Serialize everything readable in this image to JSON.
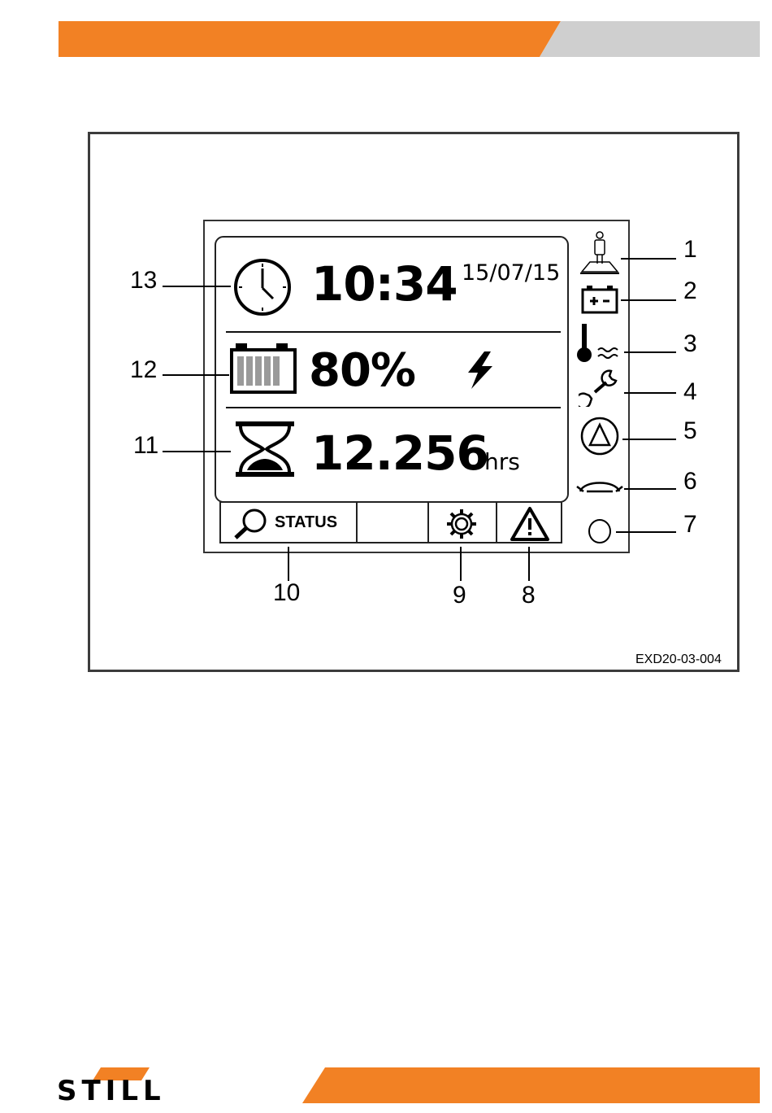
{
  "header": {
    "brand_colors": {
      "orange": "#F28124",
      "grey": "#CFCFCF"
    }
  },
  "display": {
    "time": "10:34",
    "date": "15/07/15",
    "battery_charge": "80%",
    "charging_indicator": "lightning-icon",
    "operating_hours": "12.256",
    "operating_hours_unit": "hrs"
  },
  "softkeys": {
    "status_label": "STATUS",
    "status_icon": "magnifier-icon",
    "settings_icon": "gear-icon",
    "warning_icon": "warning-triangle-icon"
  },
  "indicator_icons": [
    "operator-presence-icon",
    "battery-icon",
    "temperature-icon",
    "wrench-icon",
    "circle-triangle-icon",
    "oil-can-icon",
    "circle-icon"
  ],
  "callouts": [
    "1",
    "2",
    "3",
    "4",
    "5",
    "6",
    "7",
    "8",
    "9",
    "10",
    "11",
    "12",
    "13"
  ],
  "figure_id": "EXD20-03-004",
  "footer": {
    "brand": "STILL"
  }
}
